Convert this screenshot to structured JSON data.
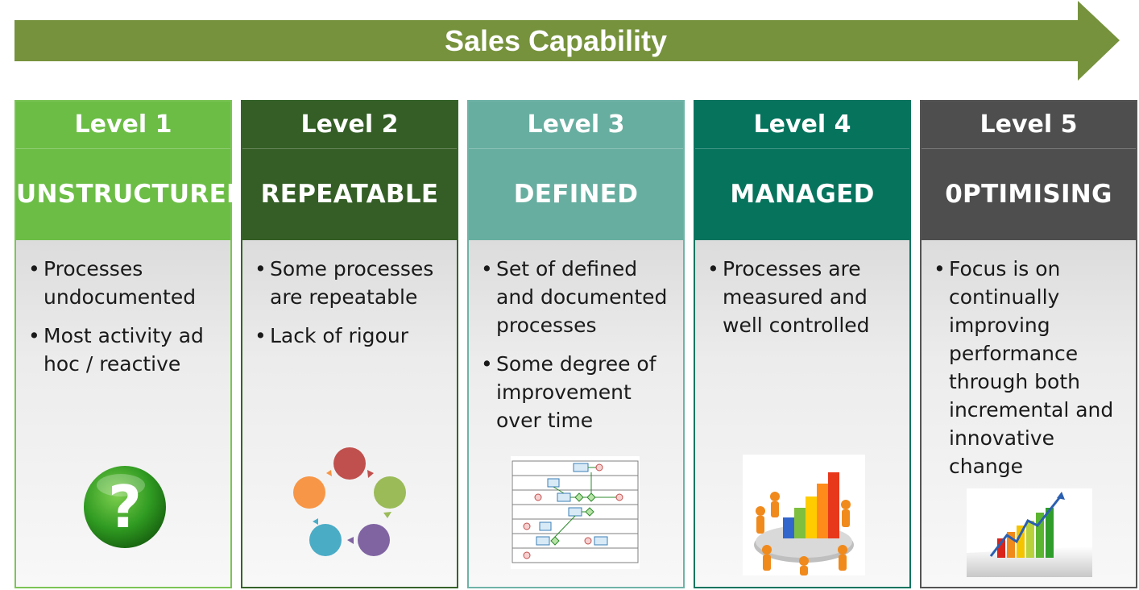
{
  "banner": {
    "title": "Sales Capability",
    "color": "#76923c"
  },
  "levels": [
    {
      "level": "Level 1",
      "stage": "UNSTRUCTURED",
      "color": "#6cbd46",
      "bullets": [
        "Processes undocumented",
        "Most activity ad hoc / reactive"
      ],
      "image": "question-mark-icon"
    },
    {
      "level": "Level 2",
      "stage": "REPEATABLE",
      "color": "#345e25",
      "bullets": [
        "Some processes are repeatable",
        "Lack of rigour"
      ],
      "image": "cycle-diagram-icon"
    },
    {
      "level": "Level 3",
      "stage": "DEFINED",
      "color": "#67aea0",
      "bullets": [
        "Set of defined and documented processes",
        "Some degree of improvement over time"
      ],
      "image": "process-flowchart-icon"
    },
    {
      "level": "Level 4",
      "stage": "MANAGED",
      "color": "#06735d",
      "bullets": [
        "Processes are measured and well controlled"
      ],
      "image": "meeting-chart-icon"
    },
    {
      "level": "Level 5",
      "stage": "0PTIMISING",
      "color": "#4e4e4e",
      "bullets": [
        "Focus is on continually improving performance through both incremental and innovative change"
      ],
      "image": "growth-chart-icon"
    }
  ]
}
